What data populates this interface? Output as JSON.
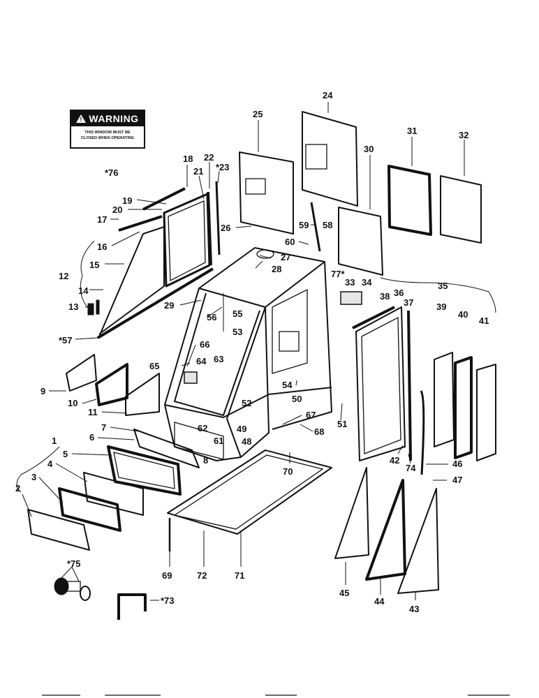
{
  "warning_label": {
    "title": "WARNING",
    "line1": "THIS WINDOW MUST BE",
    "line2": "CLOSED WHEN OPERATING"
  },
  "callouts": {
    "c76": "*76",
    "c18": "18",
    "c21": "21",
    "c22": "22",
    "c23": "*23",
    "c19": "19",
    "c20": "20",
    "c17": "17",
    "c16": "16",
    "c12": "12",
    "c15": "15",
    "c14": "14",
    "c13": "13",
    "c57": "*57",
    "c25": "25",
    "c24": "24",
    "c26": "26",
    "c59": "59",
    "c58": "58",
    "c30": "30",
    "c31": "31",
    "c32": "32",
    "c60": "60",
    "c27": "27",
    "c28": "28",
    "c77": "77*",
    "c33": "33",
    "c34": "34",
    "c35": "35",
    "c36": "36",
    "c38": "38",
    "c37": "37",
    "c39": "39",
    "c40": "40",
    "c41": "41",
    "c29": "29",
    "c56": "56",
    "c55": "55",
    "c53": "53",
    "c66": "66",
    "c65": "65",
    "c64": "64",
    "c63": "63",
    "c54": "54",
    "c50": "50",
    "c52": "52",
    "c67": "67",
    "c51": "51",
    "c68": "68",
    "c9": "9",
    "c10": "10",
    "c11": "11",
    "c7": "7",
    "c6": "6",
    "c62": "62",
    "c61": "61",
    "c8": "8",
    "c49": "49",
    "c48": "48",
    "c1": "1",
    "c5": "5",
    "c4": "4",
    "c3": "3",
    "c2": "2",
    "c70": "70",
    "c42": "42",
    "c74": "74",
    "c46": "46",
    "c47": "47",
    "c69": "69",
    "c72": "72",
    "c71": "71",
    "c45": "45",
    "c44": "44",
    "c43": "43",
    "c75": "*75",
    "c73": "*73"
  }
}
